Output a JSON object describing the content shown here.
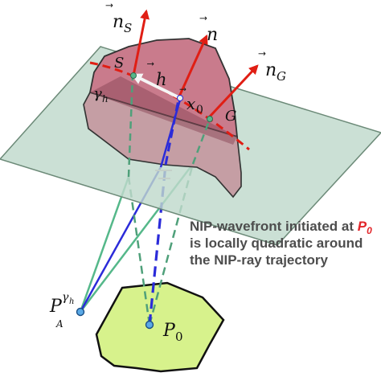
{
  "labels": {
    "nS": {
      "base": "n",
      "sub": "S"
    },
    "n": {
      "base": "n"
    },
    "nG": {
      "base": "n",
      "sub": "G"
    },
    "S": "S",
    "G": "G",
    "h": "h",
    "x0": {
      "base": "x",
      "sub": "0"
    },
    "gamma_h": {
      "base": "γ",
      "sub": "h"
    },
    "P0": {
      "base": "P",
      "sub": "0"
    },
    "PA": {
      "base": "P",
      "sup": "γ",
      "sup_sub": "h",
      "sub": "A"
    },
    "vector_mark": "⃗"
  },
  "caption": {
    "line1_prefix": "NIP-wavefront initiated at ",
    "line1_highlight": "P",
    "line1_highlight_sub": "0",
    "line2": "is locally quadratic around",
    "line3": "the NIP-ray trajectory"
  },
  "colors": {
    "plane_fill": "#bfd9cc",
    "plane_stroke": "#6c8a78",
    "surface_fill": "#c97b8c",
    "surface_stroke": "#333333",
    "green_blob": "#d7f28c",
    "red_arrow": "#e01e14",
    "blue_ray": "#2b2bd9",
    "green_ray": "#55b88a",
    "dashed_green": "#4fa07a",
    "white_arrow": "#f5f5f5",
    "highlight": "#e2262a",
    "caption_text": "#4d4d4d"
  }
}
